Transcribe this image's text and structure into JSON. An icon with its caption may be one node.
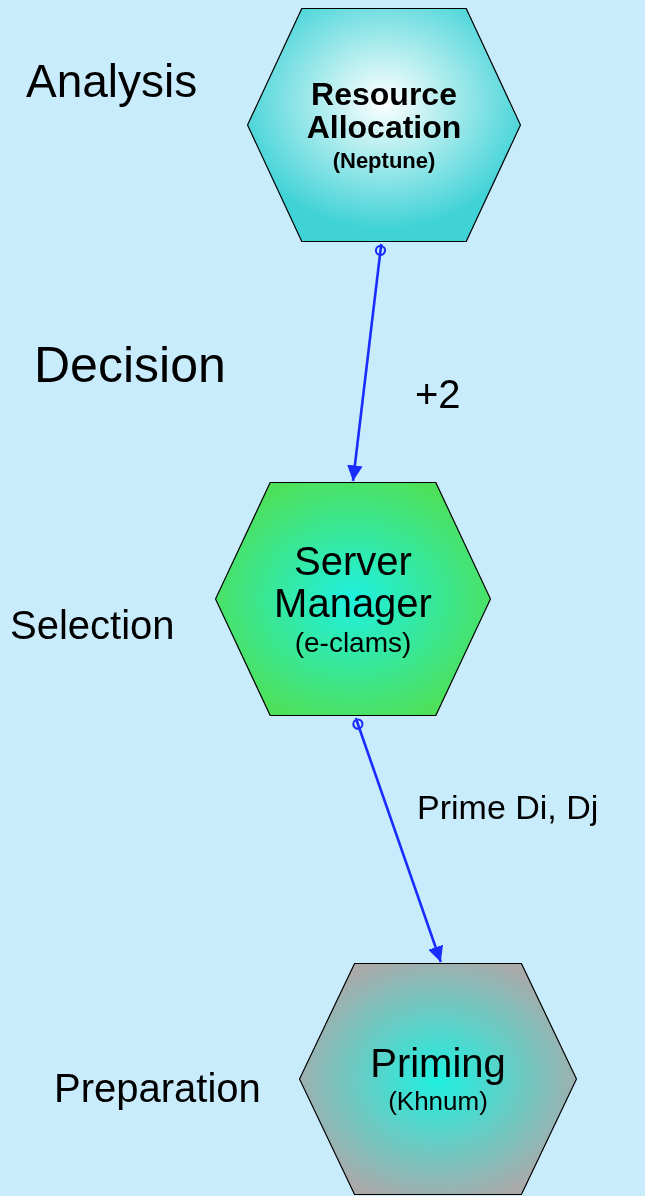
{
  "diagram": {
    "nodes": [
      {
        "text": [
          "Resource Allocation",
          "(Neptune)"
        ],
        "beside": [
          "Analysis"
        ]
      },
      {
        "text": [
          "Server Manager",
          "(e-clams)"
        ],
        "beside": [
          "Selection"
        ]
      },
      {
        "text": [
          "Priming",
          "(Khnum)"
        ],
        "beside": [
          "Preparation"
        ]
      }
    ],
    "edges": [
      {
        "from": 0,
        "to": 1,
        "arrow": "to",
        "label": "+2"
      },
      {
        "from": 1,
        "to": 2,
        "arrow": "to",
        "label": "Prime Di, Dj"
      }
    ],
    "labels": [
      "Decision"
    ]
  }
}
